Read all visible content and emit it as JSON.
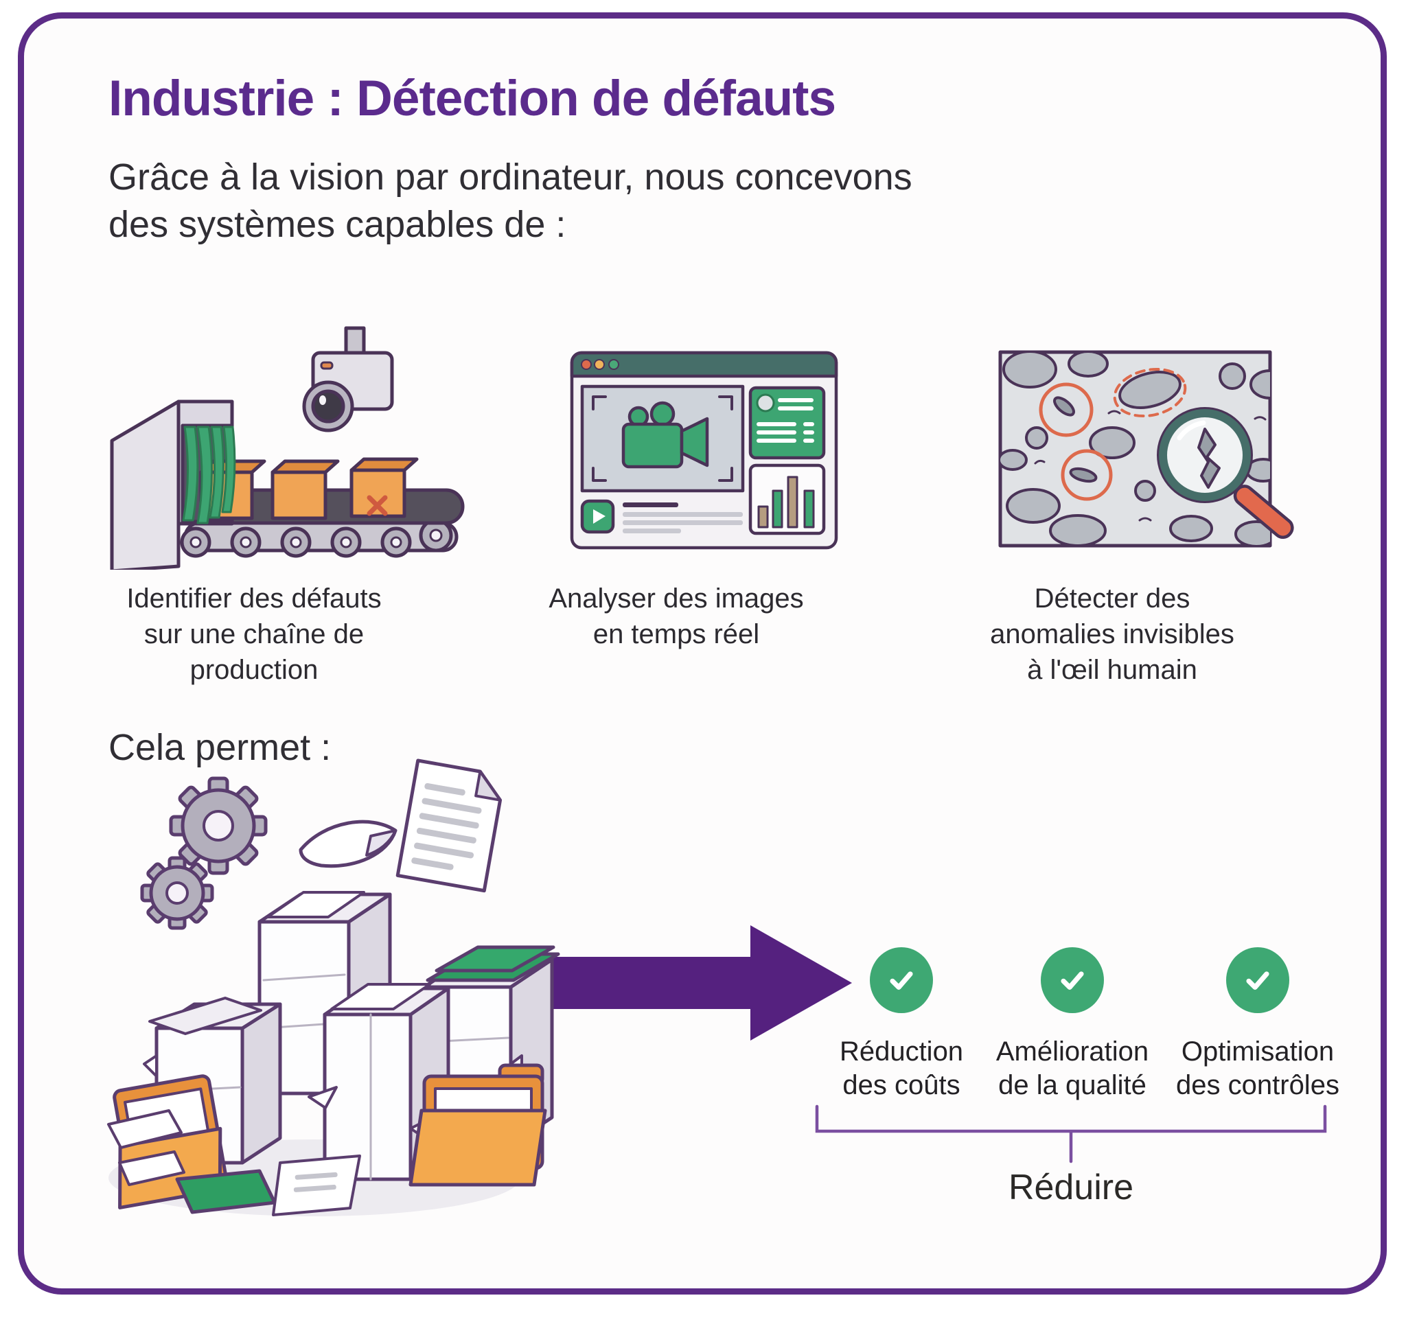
{
  "infographic": {
    "title": "Industrie : Détection de défauts",
    "subtitle_lines": [
      "Grâce à la vision par ordinateur, nous concevons",
      "des systèmes capables de :"
    ],
    "capabilities": [
      {
        "icon": "conveyor-camera-illustration",
        "caption_lines": [
          "Identifier des défauts",
          "sur une chaîne de",
          "production"
        ]
      },
      {
        "icon": "video-dashboard-illustration",
        "caption_lines": [
          "Analyser des images",
          "en temps réel"
        ]
      },
      {
        "icon": "magnifier-anomalies-illustration",
        "caption_lines": [
          "Détecter des",
          "anomalies invisibles",
          "à l'œil humain"
        ]
      }
    ],
    "benefits_heading": "Cela permet :",
    "benefits": [
      {
        "icon": "check-icon",
        "label_lines": [
          "Réduction",
          "des coûts"
        ]
      },
      {
        "icon": "check-icon",
        "label_lines": [
          "Amélioration",
          "de la qualité"
        ]
      },
      {
        "icon": "check-icon",
        "label_lines": [
          "Optimisation",
          "des contrôles"
        ]
      }
    ],
    "bracket_label": "Réduire"
  },
  "colors": {
    "frame_purple": "#5c2c87",
    "title_purple": "#5b2b8d",
    "arrow_purple": "#55217f",
    "bracket_purple": "#7b4fa0",
    "check_green": "#3ea873",
    "illustration_green": "#3da572",
    "folder_green": "#2e9e62",
    "teal": "#466e69",
    "orange": "#efa04e",
    "red_orange": "#dd6a4c",
    "text_dark": "#2f2d33"
  }
}
